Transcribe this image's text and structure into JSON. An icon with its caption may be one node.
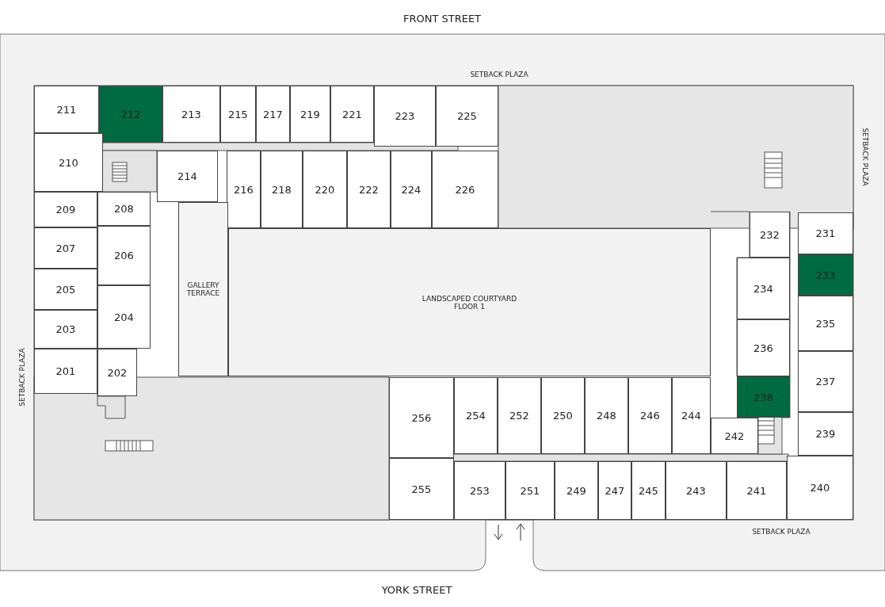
{
  "diagram": {
    "nodes": [
      {
        "text": [
          "211"
        ]
      },
      {
        "text": [
          "212"
        ]
      },
      {
        "text": [
          "213"
        ]
      },
      {
        "text": [
          "215"
        ]
      },
      {
        "text": [
          "217"
        ]
      },
      {
        "text": [
          "219"
        ]
      },
      {
        "text": [
          "221"
        ]
      },
      {
        "text": [
          "223"
        ]
      },
      {
        "text": [
          "225"
        ]
      },
      {
        "text": [
          "210"
        ]
      },
      {
        "text": [
          "214"
        ]
      },
      {
        "text": [
          "216"
        ]
      },
      {
        "text": [
          "218"
        ]
      },
      {
        "text": [
          "220"
        ]
      },
      {
        "text": [
          "222"
        ]
      },
      {
        "text": [
          "224"
        ]
      },
      {
        "text": [
          "226"
        ]
      },
      {
        "text": [
          "209"
        ]
      },
      {
        "text": [
          "208"
        ]
      },
      {
        "text": [
          "232"
        ]
      },
      {
        "text": [
          "231"
        ]
      },
      {
        "text": [
          "207"
        ]
      },
      {
        "text": [
          "206"
        ]
      },
      {
        "text": [
          "GALLERY TERRACE"
        ]
      },
      {
        "text": [
          "LANDSCAPED COURTYARD FLOOR 1"
        ]
      },
      {
        "text": [
          "233"
        ]
      },
      {
        "text": [
          "205"
        ]
      },
      {
        "text": [
          "234"
        ]
      },
      {
        "text": [
          "204"
        ]
      },
      {
        "text": [
          "235"
        ]
      },
      {
        "text": [
          "203"
        ]
      },
      {
        "text": [
          "236"
        ]
      },
      {
        "text": [
          "201"
        ]
      },
      {
        "text": [
          "202"
        ]
      },
      {
        "text": [
          "237"
        ]
      },
      {
        "text": [
          "238"
        ]
      },
      {
        "text": [
          "256"
        ]
      },
      {
        "text": [
          "254"
        ]
      },
      {
        "text": [
          "252"
        ]
      },
      {
        "text": [
          "250"
        ]
      },
      {
        "text": [
          "248"
        ]
      },
      {
        "text": [
          "246"
        ]
      },
      {
        "text": [
          "244"
        ]
      },
      {
        "text": [
          "242"
        ]
      },
      {
        "text": [
          "239"
        ]
      },
      {
        "text": [
          "255"
        ]
      },
      {
        "text": [
          "253"
        ]
      },
      {
        "text": [
          "251"
        ]
      },
      {
        "text": [
          "249"
        ]
      },
      {
        "text": [
          "247"
        ]
      },
      {
        "text": [
          "245"
        ]
      },
      {
        "text": [
          "243"
        ]
      },
      {
        "text": [
          "241"
        ]
      },
      {
        "text": [
          "240"
        ]
      }
    ],
    "labels": [
      "FRONT STREET",
      "SETBACK PLAZA",
      "SETBACK PLAZA",
      "SETBACK PLAZA",
      "SETBACK PLAZA",
      "YORK STREET"
    ]
  }
}
